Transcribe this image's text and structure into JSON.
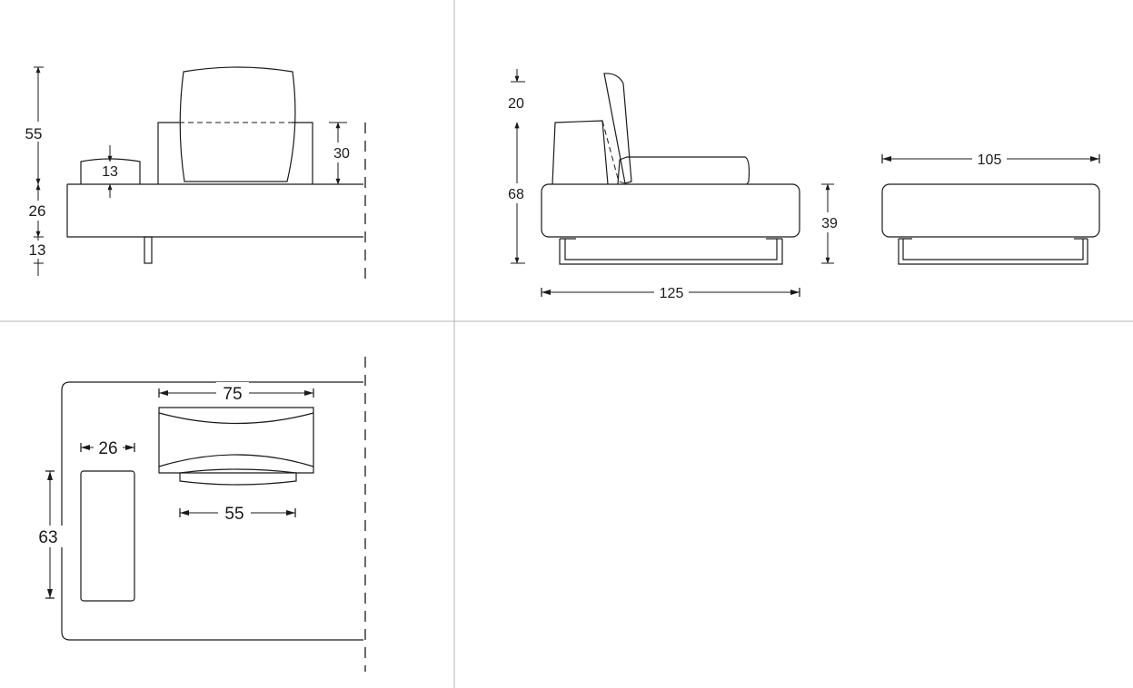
{
  "colors": {
    "line": "#1a1a1a",
    "frame": "#b4b4b4",
    "background": "#ffffff"
  },
  "front_view": {
    "dim_total_back_height": "55",
    "dim_armrest_height": "13",
    "dim_seat_height": "26",
    "dim_leg_height": "13",
    "dim_back_above_seat": "30"
  },
  "side_view": {
    "dim_back_top": "20",
    "dim_total_height": "68",
    "dim_base_height": "39",
    "dim_depth": "125"
  },
  "ottoman_view": {
    "dim_width": "105"
  },
  "plan_view": {
    "dim_back_width": "75",
    "dim_armrest_width": "26",
    "dim_armrest_length": "63",
    "dim_cushion_width": "55"
  }
}
